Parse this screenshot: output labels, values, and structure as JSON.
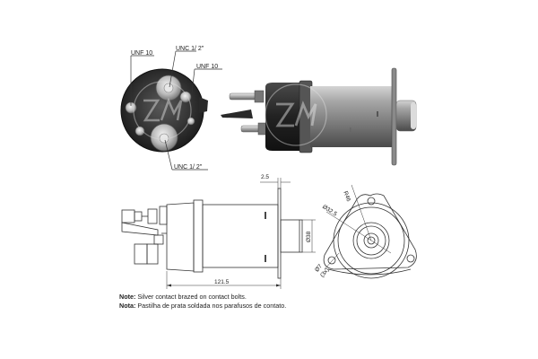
{
  "photo_front": {
    "labels": {
      "unf_top_left": "UNF 10",
      "unc_top": "UNC 1/ 2\"",
      "unf_right": "UNF 10",
      "unc_bottom": "UNC 1/ 2\""
    },
    "watermark": "ZM"
  },
  "photo_side": {
    "watermark": "ZM"
  },
  "drawing_side": {
    "dim_flange_thickness": "2.5",
    "dim_length": "121.5",
    "dim_nose_diameter": "Ø38"
  },
  "drawing_end": {
    "dim_radius": "R46",
    "dim_bore": "Ø32.5",
    "dim_hole": "Ø7",
    "dim_hole_count": "(3x)"
  },
  "notes": [
    {
      "label": "Note:",
      "text": " Silver contact brazed on contact bolts."
    },
    {
      "label": "Nota:",
      "text": " Pastilha de prata soldada nos parafusos de contato."
    }
  ],
  "colors": {
    "line": "#333333",
    "photo_dark": "#2a2a2a",
    "photo_metal": "#9a9a9a",
    "background": "#ffffff"
  }
}
